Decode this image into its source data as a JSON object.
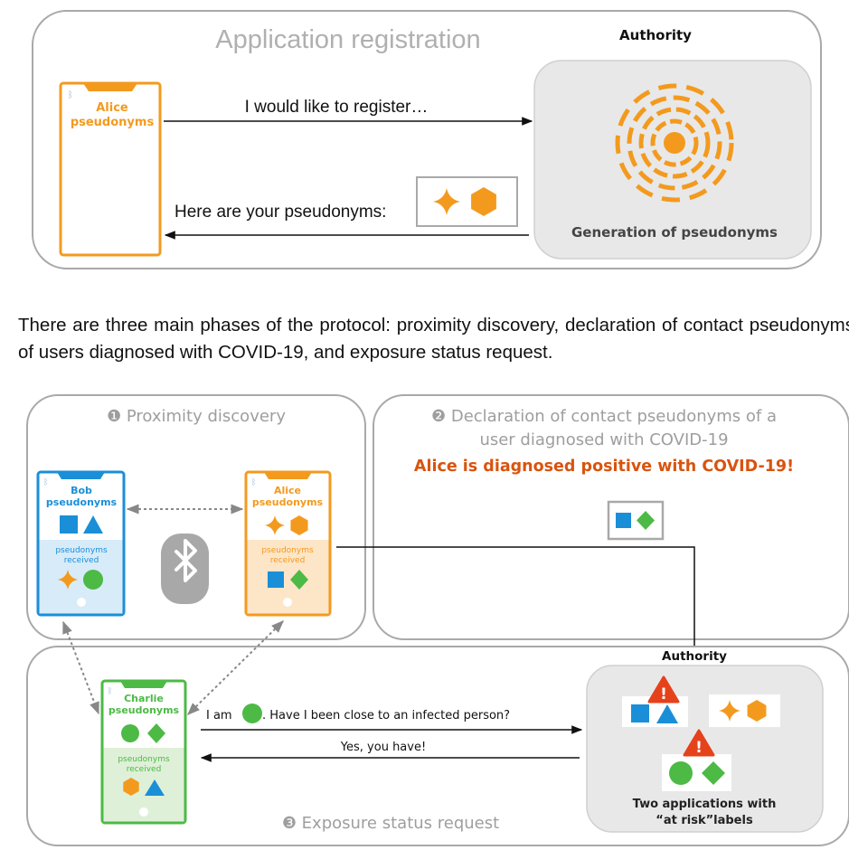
{
  "registration": {
    "title": "Application registration",
    "authority_label": "Authority",
    "phone_name": "Alice",
    "phone_pseudonyms": "pseudonyms",
    "request_text": "I would like to register…",
    "response_text": "Here are your pseudonyms:",
    "generation_label": "Generation of pseudonyms"
  },
  "paragraph": "There are three main phases of the protocol: proximity discovery, declaration of contact pseudonyms of users diagnosed with COVID-19, and exposure status request.",
  "phase1": {
    "title": "❶ Proximity discovery",
    "bob_name": "Bob",
    "alice_name": "Alice",
    "pseudonyms": "pseudonyms",
    "received_line1": "pseudonyms",
    "received_line2": "received"
  },
  "phase2": {
    "title_line1": "❷ Declaration of contact pseudonyms of a",
    "title_line2": "user diagnosed with COVID-19",
    "alert": "Alice is diagnosed positive with COVID-19!"
  },
  "phase3": {
    "title": "❸ Exposure status request",
    "authority_label": "Authority",
    "charlie_name": "Charlie",
    "pseudonyms": "pseudonyms",
    "received_line1": "pseudonyms",
    "received_line2": "received",
    "question_prefix": "I am",
    "question_suffix": ". Have I been close to an infected person?",
    "answer": "Yes, you have!",
    "result_line1": "Two applications with",
    "result_line2": "“at risk”labels",
    "warning_mark": "!"
  },
  "colors": {
    "orange": "#f39a1e",
    "blue": "#1a8fd8",
    "green": "#4cba45",
    "red_alert": "#e5421b",
    "alert_text": "#d8540f",
    "panel_border": "#a9a9a9",
    "authority_bg": "#e8e8e8",
    "phase_title": "#9e9e9e"
  },
  "icons": [
    "bluetooth-icon",
    "four-point-star-icon",
    "hexagon-icon",
    "square-icon",
    "triangle-icon",
    "circle-icon",
    "diamond-icon",
    "warning-triangle-icon",
    "radial-generator-icon"
  ]
}
